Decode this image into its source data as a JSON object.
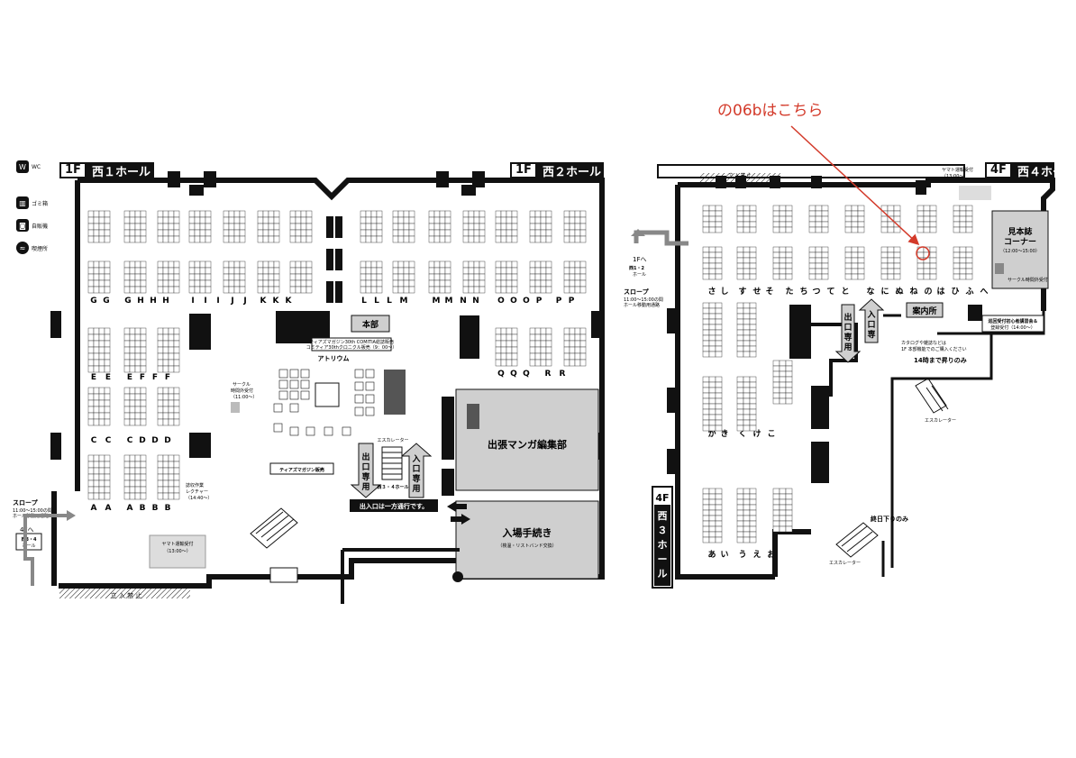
{
  "annotation": "の06bはこちら",
  "legend": [
    {
      "icon": "wc-icon",
      "glyph": "🚻",
      "label": "WC"
    },
    {
      "icon": "trash-icon",
      "glyph": "🗑",
      "label": "ゴミ箱"
    },
    {
      "icon": "vending-icon",
      "glyph": "🥤",
      "label": "自販機"
    },
    {
      "icon": "smoking-icon",
      "glyph": "🚬",
      "label": "喫煙所"
    }
  ],
  "halls": {
    "west1": {
      "floor": "1F",
      "name": "西１ホール"
    },
    "west2": {
      "floor": "1F",
      "name": "西２ホール"
    },
    "west4": {
      "floor": "4F",
      "name": "西４ホール"
    },
    "west3": {
      "floor": "4F",
      "name": "西３ホール"
    }
  },
  "row_letters": {
    "w1_top": [
      "G",
      "G",
      "G",
      "H",
      "H",
      "H",
      "I",
      "I",
      "I",
      "J",
      "J",
      "K",
      "K",
      "K"
    ],
    "w2_top": [
      "L",
      "L",
      "L",
      "M",
      "M",
      "M",
      "N",
      "N",
      "O",
      "O",
      "O",
      "P",
      "P",
      "P"
    ],
    "w1_mid": [
      "E",
      "E",
      "E",
      "F",
      "F",
      "F"
    ],
    "w1_low": [
      "C",
      "C",
      "C",
      "D",
      "D",
      "D"
    ],
    "w1_bot": [
      "A",
      "A",
      "A",
      "B",
      "B",
      "B"
    ],
    "w2_mid": [
      "Q",
      "Q",
      "Q",
      "R",
      "R"
    ],
    "w4_top": [
      "さ",
      "し",
      "す",
      "せ",
      "そ",
      "た",
      "ち",
      "つ",
      "て",
      "と",
      "な",
      "に",
      "ぬ",
      "ね",
      "の",
      "は",
      "ひ",
      "ふ",
      "へ"
    ],
    "w3_mid": [
      "か",
      "き",
      "く",
      "け",
      "こ"
    ],
    "w3_bot": [
      "あ",
      "い",
      "う",
      "え",
      "お"
    ]
  },
  "labels": {
    "atrium": "アトリウム",
    "honbu": "本部",
    "tiaz_sale": "ティアズマガジン販売",
    "tiaz_info": "ティアズマガジン30th COMITIA総誌販売\nコミティア30thクロニクル販売（9：00〜）",
    "manga_editorial": "出張マンガ編集部",
    "entry": "入場手続き",
    "entry_sub": "（検温・リストバンド交換）",
    "one_way": "出入口は一方通行です。",
    "exit_only": "出口専用",
    "enter_only": "入口専用",
    "escalator": "エスカレーター",
    "to_w34": "西３・４ホール",
    "slope": "スロープ",
    "slope_note": "11:00〜15:00の間\nホール移動用通路\nができます",
    "to_4f": "4Fへ",
    "to_w34_hall": "西3・4\nホール",
    "yamato": "ヤマト運輸受付",
    "yamato_time": "（13:00〜）",
    "circle_time": "サークル\n時間外受付",
    "circle_time_sub": "（11:00〜）",
    "lecture": "誌収作業\nレクチャー",
    "lecture_time": "（14:40〜）",
    "no_entry": "立 入 禁 止",
    "mihonshi": "見本誌\nコーナー",
    "mihonshi_time": "（12:00〜15:00）",
    "info_desk": "案内所",
    "info_note": "カタログや雑誌などは\n1F 本部機能でのご購入ください",
    "first_time": "巡回受付初心者講習会＆\n登録受付（14:00〜）",
    "up_until_14": "14時まで昇りのみ",
    "down_all_day": "終日下りのみ",
    "to_1f": "1Fへ",
    "to_w12": "西1・2\nホール",
    "west3_vertical": "西３ホール",
    "floor4": "4F",
    "circle_after": "サークル時間外受付\n（11:00〜）",
    "yamato_4f": "ヤマト運輸受付\n（13:00〜）"
  },
  "colors": {
    "annotation": "#d33a2a",
    "gray_block": "#cfcfcf",
    "ink": "#111111"
  }
}
